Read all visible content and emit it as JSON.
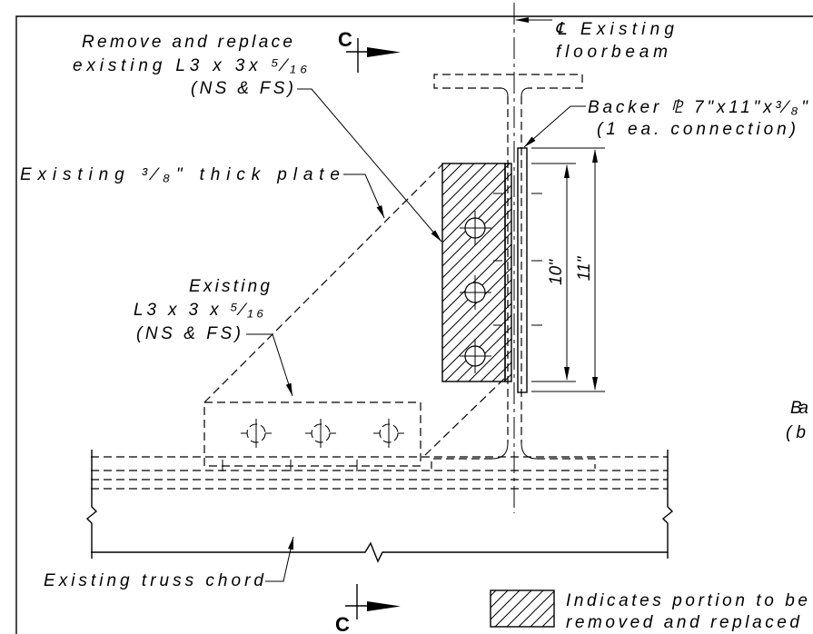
{
  "section_marks": {
    "top": "C",
    "bottom": "C"
  },
  "callouts": {
    "remove_replace": [
      "Remove and replace",
      "existing L3 x 3x ⁵⁄₁₆",
      "(NS & FS)"
    ],
    "floorbeam_centerline": [
      "℄ Existing",
      "floorbeam"
    ],
    "backer_plate": [
      "Backer ⅊ 7\"x11\"x³⁄₈\"",
      "(1 ea. connection)"
    ],
    "existing_plate": "Existing ³⁄₈\" thick plate",
    "existing_angle": [
      "Existing",
      "L3 x 3 x ⁵⁄₁₆",
      "(NS & FS)"
    ],
    "truss_chord": "Existing truss chord",
    "right_cut_off": [
      "Ba",
      "(b"
    ]
  },
  "dimensions": {
    "inner": "10\"",
    "outer": "11\""
  },
  "legend": {
    "lines": [
      "Indicates portion to be",
      "removed and replaced"
    ]
  },
  "colors": {
    "ink": "#000000",
    "paper": "#ffffff"
  }
}
